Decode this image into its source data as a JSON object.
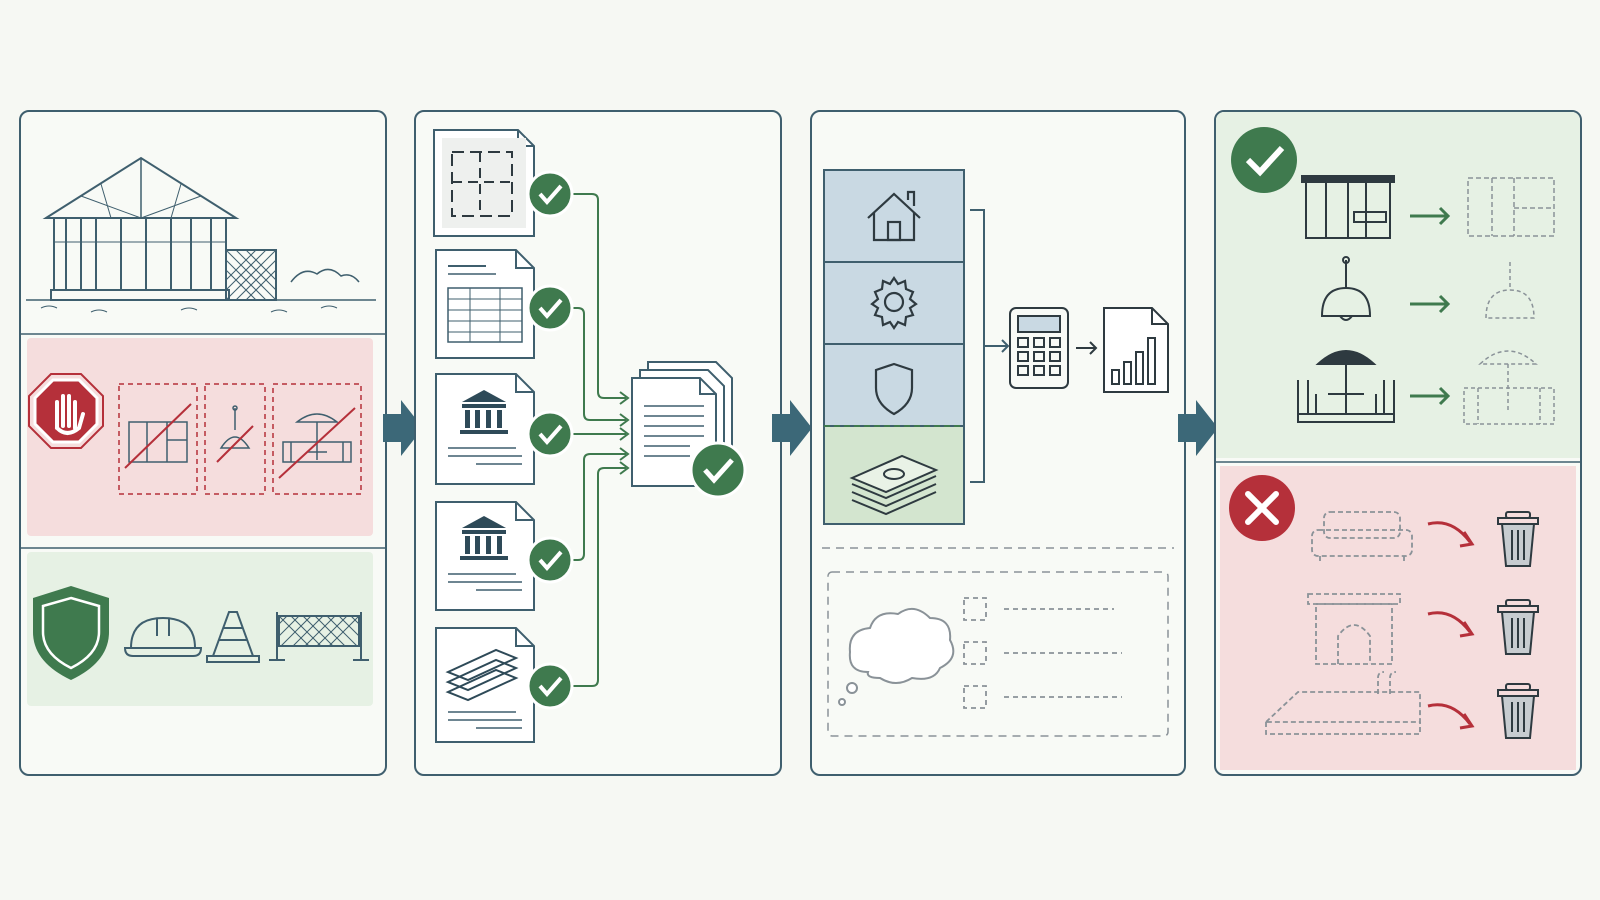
{
  "colors": {
    "outline": "#3f5f6e",
    "green": "#3f7a4e",
    "green_fill": "#e6f1e4",
    "red": "#b5303a",
    "red_fill": "#f5dddd",
    "blue_fill": "#c9d9e3",
    "arrow": "#3c6878",
    "dashed_gray": "#8a9298",
    "background": "#f6f8f3"
  },
  "panels": [
    {
      "id": "site-safety",
      "sections": [
        "house-frame-under-construction",
        "stop-no-fixtures",
        "safety-gear"
      ],
      "icons": [
        "house-frame-icon",
        "stop-hand-icon",
        "crossed-cabinet-icon",
        "crossed-pendant-lamp-icon",
        "crossed-patio-icon",
        "shield-icon",
        "hard-hat-icon",
        "traffic-cone-icon",
        "safety-fence-icon"
      ]
    },
    {
      "id": "documents-approval",
      "icons": [
        "floor-plan-doc-icon",
        "spreadsheet-doc-icon",
        "bank-doc-icon",
        "bank-doc-icon",
        "lumber-doc-icon",
        "check-icon",
        "merged-documents-icon"
      ]
    },
    {
      "id": "budget-categories",
      "icons": [
        "house-icon",
        "gear-icon",
        "shield-icon",
        "cash-stack-icon",
        "calculator-icon",
        "bar-chart-doc-icon",
        "thought-bubble-icon",
        "checkbox-list-icon"
      ]
    },
    {
      "id": "include-exclude",
      "icons": [
        "check-icon",
        "cabinet-icon",
        "pendant-lamp-icon",
        "patio-icon",
        "cross-icon",
        "sofa-icon",
        "fireplace-icon",
        "pool-icon",
        "trash-can-icon"
      ]
    }
  ]
}
